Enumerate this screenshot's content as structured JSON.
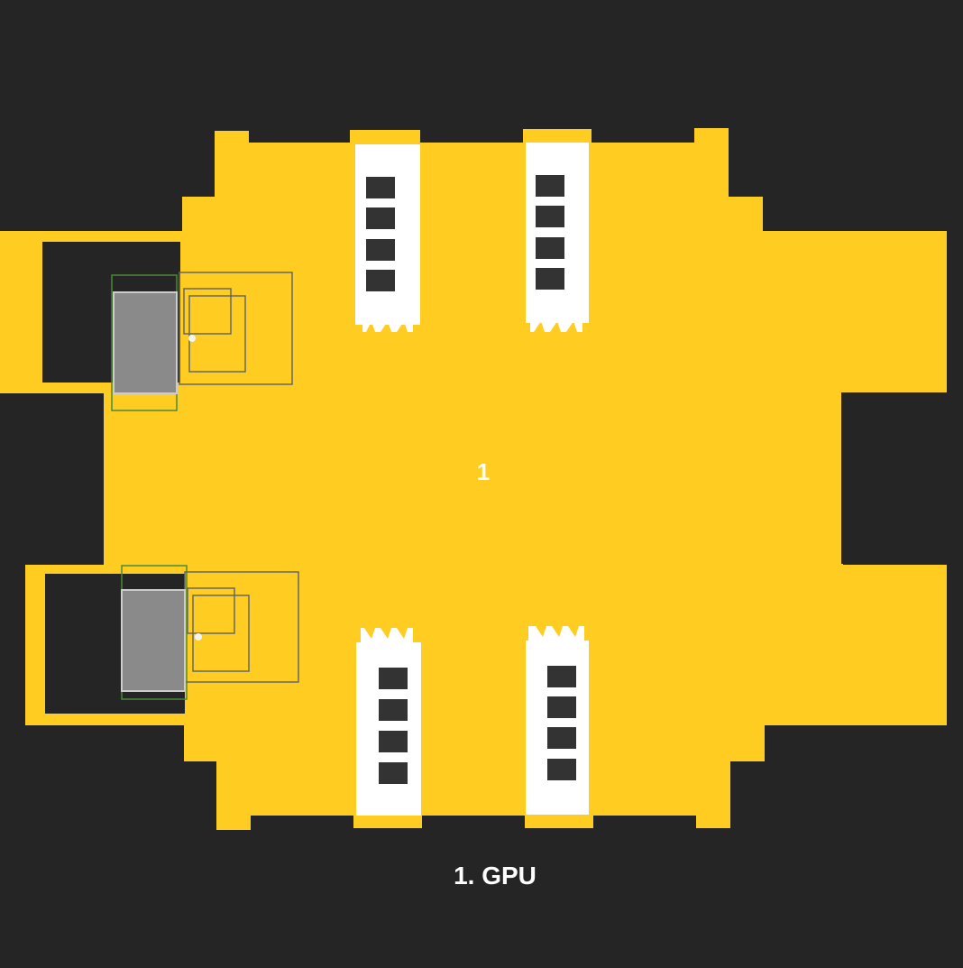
{
  "zone": {
    "number": "1",
    "caption": "1. GPU"
  },
  "colors": {
    "background": "#252525",
    "zone_fill": "#FFCC22",
    "rack_fill": "#FFFFFF",
    "server_fill": "#333333",
    "cooling_unit_fill": "#8a8a8a",
    "outline_green": "#4c8a3a",
    "outline_gray": "#666666"
  },
  "components": {
    "rack_count": 4,
    "servers_per_rack": 4,
    "cooling_unit_count": 2
  }
}
